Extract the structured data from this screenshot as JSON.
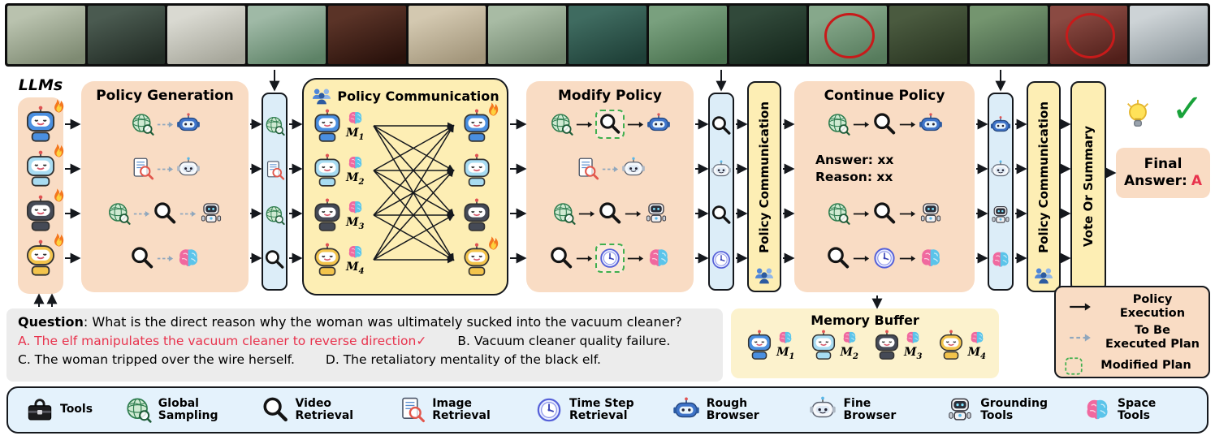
{
  "colors": {
    "stage_peach": "#f9dcc4",
    "panel_yellow": "#fdeeb4",
    "strip_blue": "#dcedf8",
    "tools_blue": "#e4f2fc",
    "memory_yellow": "#fcf2cd",
    "question_gray": "#ececec",
    "answer_red": "#e8334d",
    "check_green": "#19a23a",
    "modified_green": "#3faf4e"
  },
  "film_strip": {
    "frames": [
      {
        "c1": "#b9c2ae",
        "c2": "#7e8a72"
      },
      {
        "c1": "#4a5a50",
        "c2": "#232d26"
      },
      {
        "c1": "#d9d9d1",
        "c2": "#a6a69a"
      },
      {
        "c1": "#9fb9a6",
        "c2": "#5d8266"
      },
      {
        "c1": "#5a3327",
        "c2": "#2a120c"
      },
      {
        "c1": "#d3c8b0",
        "c2": "#a2957a"
      },
      {
        "c1": "#a8bba4",
        "c2": "#70856d"
      },
      {
        "c1": "#3f6b60",
        "c2": "#1f4038"
      },
      {
        "c1": "#79a07e",
        "c2": "#49714e"
      },
      {
        "c1": "#31493a",
        "c2": "#16281d"
      },
      {
        "c1": "#86a88b",
        "c2": "#567b5c",
        "highlight": true
      },
      {
        "c1": "#4a5a3f",
        "c2": "#2a3622"
      },
      {
        "c1": "#74956f",
        "c2": "#466248"
      },
      {
        "c1": "#8a4a42",
        "c2": "#511f1a",
        "highlight": true
      },
      {
        "c1": "#cdd3d6",
        "c2": "#8f999e"
      }
    ]
  },
  "llms": {
    "label": "LLMs",
    "agents": [
      "agent-blue",
      "agent-sky",
      "agent-dark",
      "agent-yellow"
    ]
  },
  "stages": {
    "policy_generation": {
      "title": "Policy Generation",
      "rows": [
        [
          {
            "icon": "globe"
          },
          {
            "icon": "arrow-dashed"
          },
          {
            "icon": "robot-rough"
          }
        ],
        [
          {
            "icon": "doc-magnifier"
          },
          {
            "icon": "arrow-dashed"
          },
          {
            "icon": "robot-fine"
          }
        ],
        [
          {
            "icon": "globe"
          },
          {
            "icon": "arrow-dashed"
          },
          {
            "icon": "magnifier"
          },
          {
            "icon": "arrow-dashed"
          },
          {
            "icon": "robot-ground"
          }
        ],
        [
          {
            "icon": "magnifier"
          },
          {
            "icon": "arrow-dashed"
          },
          {
            "icon": "brain"
          }
        ]
      ]
    },
    "strip1": [
      "globe",
      "doc-magnifier",
      "globe",
      "magnifier"
    ],
    "policy_communication": {
      "title": "Policy Communication",
      "agents": [
        {
          "icon": "agent-blue",
          "label": "M",
          "sub": "1"
        },
        {
          "icon": "agent-sky",
          "label": "M",
          "sub": "2"
        },
        {
          "icon": "agent-dark",
          "label": "M",
          "sub": "3"
        },
        {
          "icon": "agent-yellow",
          "label": "M",
          "sub": "4"
        }
      ]
    },
    "modify_policy": {
      "title": "Modify Policy",
      "rows": [
        [
          {
            "icon": "globe"
          },
          {
            "icon": "arrow"
          },
          {
            "icon": "magnifier",
            "boxed": true
          },
          {
            "icon": "arrow"
          },
          {
            "icon": "robot-rough"
          }
        ],
        [
          {
            "icon": "doc-magnifier"
          },
          {
            "icon": "arrow-dashed"
          },
          {
            "icon": "robot-fine"
          }
        ],
        [
          {
            "icon": "globe"
          },
          {
            "icon": "arrow"
          },
          {
            "icon": "magnifier"
          },
          {
            "icon": "arrow"
          },
          {
            "icon": "robot-ground"
          }
        ],
        [
          {
            "icon": "magnifier"
          },
          {
            "icon": "arrow"
          },
          {
            "icon": "clock",
            "boxed": true
          },
          {
            "icon": "arrow"
          },
          {
            "icon": "brain"
          }
        ]
      ]
    },
    "strip2": [
      "magnifier",
      "robot-fine",
      "magnifier",
      "clock"
    ],
    "comm_vertical_1": {
      "title": "Policy Communication"
    },
    "continue_policy": {
      "title": "Continue Policy",
      "rows": [
        [
          {
            "icon": "globe"
          },
          {
            "icon": "arrow"
          },
          {
            "icon": "magnifier"
          },
          {
            "icon": "arrow"
          },
          {
            "icon": "robot-rough"
          }
        ],
        [
          {
            "lines": [
              "Answer: xx",
              "Reason: xx"
            ]
          }
        ],
        [
          {
            "icon": "globe"
          },
          {
            "icon": "arrow"
          },
          {
            "icon": "magnifier"
          },
          {
            "icon": "arrow"
          },
          {
            "icon": "robot-ground"
          }
        ],
        [
          {
            "icon": "magnifier"
          },
          {
            "icon": "arrow"
          },
          {
            "icon": "clock"
          },
          {
            "icon": "arrow"
          },
          {
            "icon": "brain"
          }
        ]
      ]
    },
    "strip3": [
      "robot-rough",
      "robot-fine",
      "robot-ground",
      "brain"
    ],
    "comm_vertical_2": {
      "title": "Policy Communication"
    },
    "vote": {
      "title": "Vote Or Summary"
    }
  },
  "final": {
    "line1": "Final",
    "line2_label": "Answer:",
    "value": "A",
    "check": "✓"
  },
  "question": {
    "label": "Question",
    "separator": ": ",
    "text": "What is the direct reason why the woman was ultimately sucked into the vacuum cleaner?",
    "check_mark": "✓",
    "rows": [
      [
        {
          "text": "A. The elf manipulates the vacuum cleaner to reverse direction",
          "highlight": true,
          "check": true
        },
        {
          "text": "B. Vacuum cleaner quality failure."
        }
      ],
      [
        {
          "text": "C. The woman tripped over the wire herself."
        },
        {
          "text": "D. The retaliatory mentality of the black elf."
        }
      ]
    ]
  },
  "memory_buffer": {
    "title": "Memory Buffer",
    "agents": [
      {
        "icon": "agent-blue",
        "label": "M",
        "sub": "1"
      },
      {
        "icon": "agent-sky",
        "label": "M",
        "sub": "2"
      },
      {
        "icon": "agent-dark",
        "label": "M",
        "sub": "3"
      },
      {
        "icon": "agent-yellow",
        "label": "M",
        "sub": "4"
      }
    ]
  },
  "legend": {
    "items": [
      {
        "marker": "arrow",
        "label": "Policy Execution"
      },
      {
        "marker": "arrow-dashed",
        "label": "To Be Executed Plan"
      },
      {
        "marker": "box-dashed",
        "label": "Modified Plan"
      }
    ]
  },
  "tools": {
    "items": [
      {
        "icon": "toolbox",
        "label": "Tools"
      },
      {
        "icon": "globe",
        "label": "Global Sampling"
      },
      {
        "icon": "magnifier",
        "label": "Video Retrieval"
      },
      {
        "icon": "doc-magnifier",
        "label": "Image Retrieval"
      },
      {
        "icon": "clock",
        "label": "Time Step Retrieval"
      },
      {
        "icon": "robot-rough",
        "label": "Rough Browser"
      },
      {
        "icon": "robot-fine",
        "label": "Fine Browser"
      },
      {
        "icon": "robot-ground",
        "label": "Grounding Tools"
      },
      {
        "icon": "brain",
        "label": "Space Tools"
      }
    ]
  }
}
